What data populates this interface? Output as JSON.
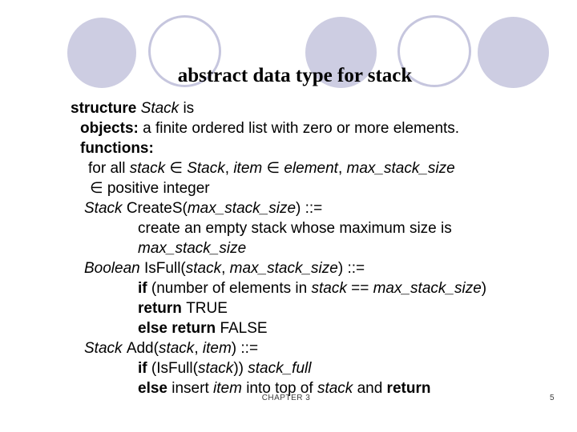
{
  "title": "abstract data type for stack",
  "footer": {
    "chapter_label": "CHAPTER 3",
    "page_number": "5"
  },
  "colors": {
    "background": "#ffffff",
    "circle_fill": "#cdcde2",
    "circle_stroke": "#c6c6de",
    "text": "#000000",
    "footer_text": "#3d3d3d"
  },
  "body": {
    "lines": [
      {
        "indent": 88,
        "runs": [
          [
            "b",
            "structure "
          ],
          [
            "i",
            "Stack "
          ],
          [
            "r",
            "is"
          ]
        ]
      },
      {
        "indent": 100,
        "runs": [
          [
            "b",
            "objects: "
          ],
          [
            "r",
            "a finite ordered list with zero or more elements."
          ]
        ]
      },
      {
        "indent": 100,
        "runs": [
          [
            "b",
            "functions:"
          ]
        ]
      },
      {
        "indent": 110,
        "runs": [
          [
            "r",
            "for all "
          ],
          [
            "i",
            "stack "
          ],
          [
            "r",
            "∈ "
          ],
          [
            "i",
            "Stack"
          ],
          [
            "r",
            ", "
          ],
          [
            "i",
            "item "
          ],
          [
            "r",
            "∈ "
          ],
          [
            "i",
            "element"
          ],
          [
            "r",
            ", "
          ],
          [
            "i",
            "max_stack_size"
          ]
        ]
      },
      {
        "indent": 112,
        "runs": [
          [
            "r",
            "∈ positive integer"
          ]
        ]
      },
      {
        "indent": 105,
        "runs": [
          [
            "i",
            "Stack "
          ],
          [
            "r",
            "CreateS("
          ],
          [
            "i",
            "max_stack_size"
          ],
          [
            "r",
            ") ::="
          ]
        ]
      },
      {
        "indent": 172,
        "runs": [
          [
            "r",
            "create an empty stack whose maximum size is"
          ]
        ]
      },
      {
        "indent": 172,
        "runs": [
          [
            "i",
            "max_stack_size"
          ]
        ]
      },
      {
        "indent": 105,
        "runs": [
          [
            "i",
            "Boolean "
          ],
          [
            "r",
            "IsFull("
          ],
          [
            "i",
            "stack"
          ],
          [
            "r",
            ", "
          ],
          [
            "i",
            "max_stack_size"
          ],
          [
            "r",
            ") ::="
          ]
        ]
      },
      {
        "indent": 172,
        "runs": [
          [
            "b",
            "if "
          ],
          [
            "r",
            "(number of elements in "
          ],
          [
            "i",
            "stack "
          ],
          [
            "r",
            "== "
          ],
          [
            "i",
            "max_stack_size"
          ],
          [
            "r",
            ")"
          ]
        ]
      },
      {
        "indent": 172,
        "runs": [
          [
            "b",
            "return "
          ],
          [
            "r",
            "TRUE"
          ]
        ]
      },
      {
        "indent": 172,
        "runs": [
          [
            "b",
            "else return "
          ],
          [
            "r",
            "FALSE"
          ]
        ]
      },
      {
        "indent": 105,
        "runs": [
          [
            "i",
            "Stack "
          ],
          [
            "r",
            "Add("
          ],
          [
            "i",
            "stack"
          ],
          [
            "r",
            ", "
          ],
          [
            "i",
            "item"
          ],
          [
            "r",
            ") ::="
          ]
        ]
      },
      {
        "indent": 172,
        "runs": [
          [
            "b",
            "if "
          ],
          [
            "r",
            "(IsFull("
          ],
          [
            "i",
            "stack"
          ],
          [
            "r",
            ")) "
          ],
          [
            "i",
            "stack_full"
          ]
        ]
      },
      {
        "indent": 172,
        "runs": [
          [
            "b",
            "else "
          ],
          [
            "r",
            "insert "
          ],
          [
            "i",
            "item "
          ],
          [
            "r",
            "into top of "
          ],
          [
            "i",
            "stack "
          ],
          [
            "r",
            "and "
          ],
          [
            "b",
            "return"
          ]
        ]
      }
    ]
  }
}
